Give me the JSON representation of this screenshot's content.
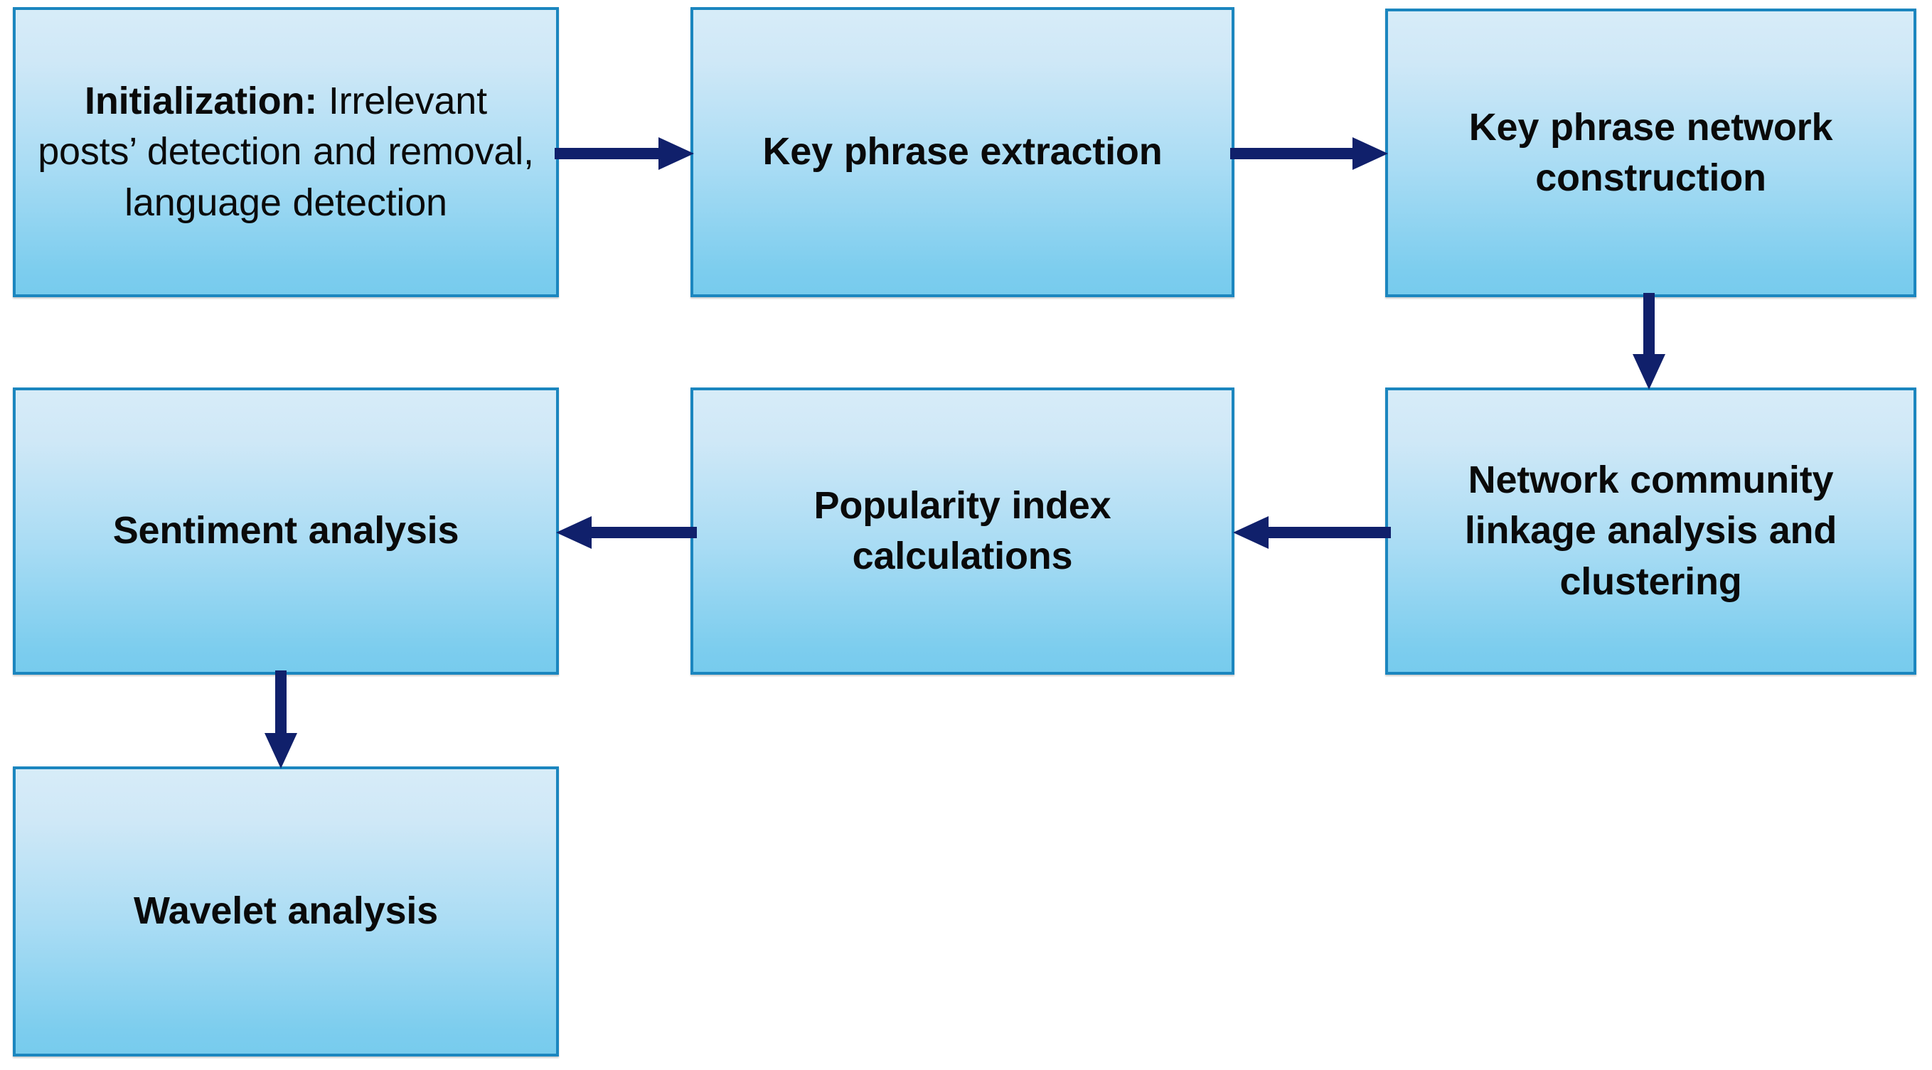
{
  "diagram": {
    "title": "Social media analysis pipeline flowchart",
    "colors": {
      "box_border": "#1b86bf",
      "box_fill_top": "#d7ecf8",
      "box_fill_bottom": "#77cbed",
      "arrow": "#10206b",
      "text": "#0a0a0a",
      "background": "#ffffff"
    },
    "nodes": [
      {
        "id": "initialization",
        "name": "initialization-box",
        "lead": "Initialization:",
        "rest": " Irrelevant posts’ detection and removal, language detection",
        "text": "Initialization: Irrelevant posts’ detection and removal, language detection",
        "mixed_weight": true
      },
      {
        "id": "key-phrase-extraction",
        "name": "key-phrase-extraction-box",
        "text": "Key phrase extraction",
        "mixed_weight": false
      },
      {
        "id": "key-phrase-network-construction",
        "name": "key-phrase-network-construction-box",
        "text": "Key phrase network construction",
        "mixed_weight": false
      },
      {
        "id": "network-community-linkage",
        "name": "network-community-linkage-box",
        "text": "Network community linkage analysis and clustering",
        "mixed_weight": false
      },
      {
        "id": "popularity-index-calculations",
        "name": "popularity-index-calculations-box",
        "text": "Popularity index calculations",
        "mixed_weight": false
      },
      {
        "id": "sentiment-analysis",
        "name": "sentiment-analysis-box",
        "text": "Sentiment analysis",
        "mixed_weight": false
      },
      {
        "id": "wavelet-analysis",
        "name": "wavelet-analysis-box",
        "text": "Wavelet analysis",
        "mixed_weight": false
      }
    ],
    "edges": [
      {
        "id": "e1",
        "from": "initialization",
        "to": "key-phrase-extraction",
        "direction": "right"
      },
      {
        "id": "e2",
        "from": "key-phrase-extraction",
        "to": "key-phrase-network-construction",
        "direction": "right"
      },
      {
        "id": "e3",
        "from": "key-phrase-network-construction",
        "to": "network-community-linkage",
        "direction": "down"
      },
      {
        "id": "e4",
        "from": "network-community-linkage",
        "to": "popularity-index-calculations",
        "direction": "left"
      },
      {
        "id": "e5",
        "from": "popularity-index-calculations",
        "to": "sentiment-analysis",
        "direction": "left"
      },
      {
        "id": "e6",
        "from": "sentiment-analysis",
        "to": "wavelet-analysis",
        "direction": "down"
      }
    ]
  }
}
